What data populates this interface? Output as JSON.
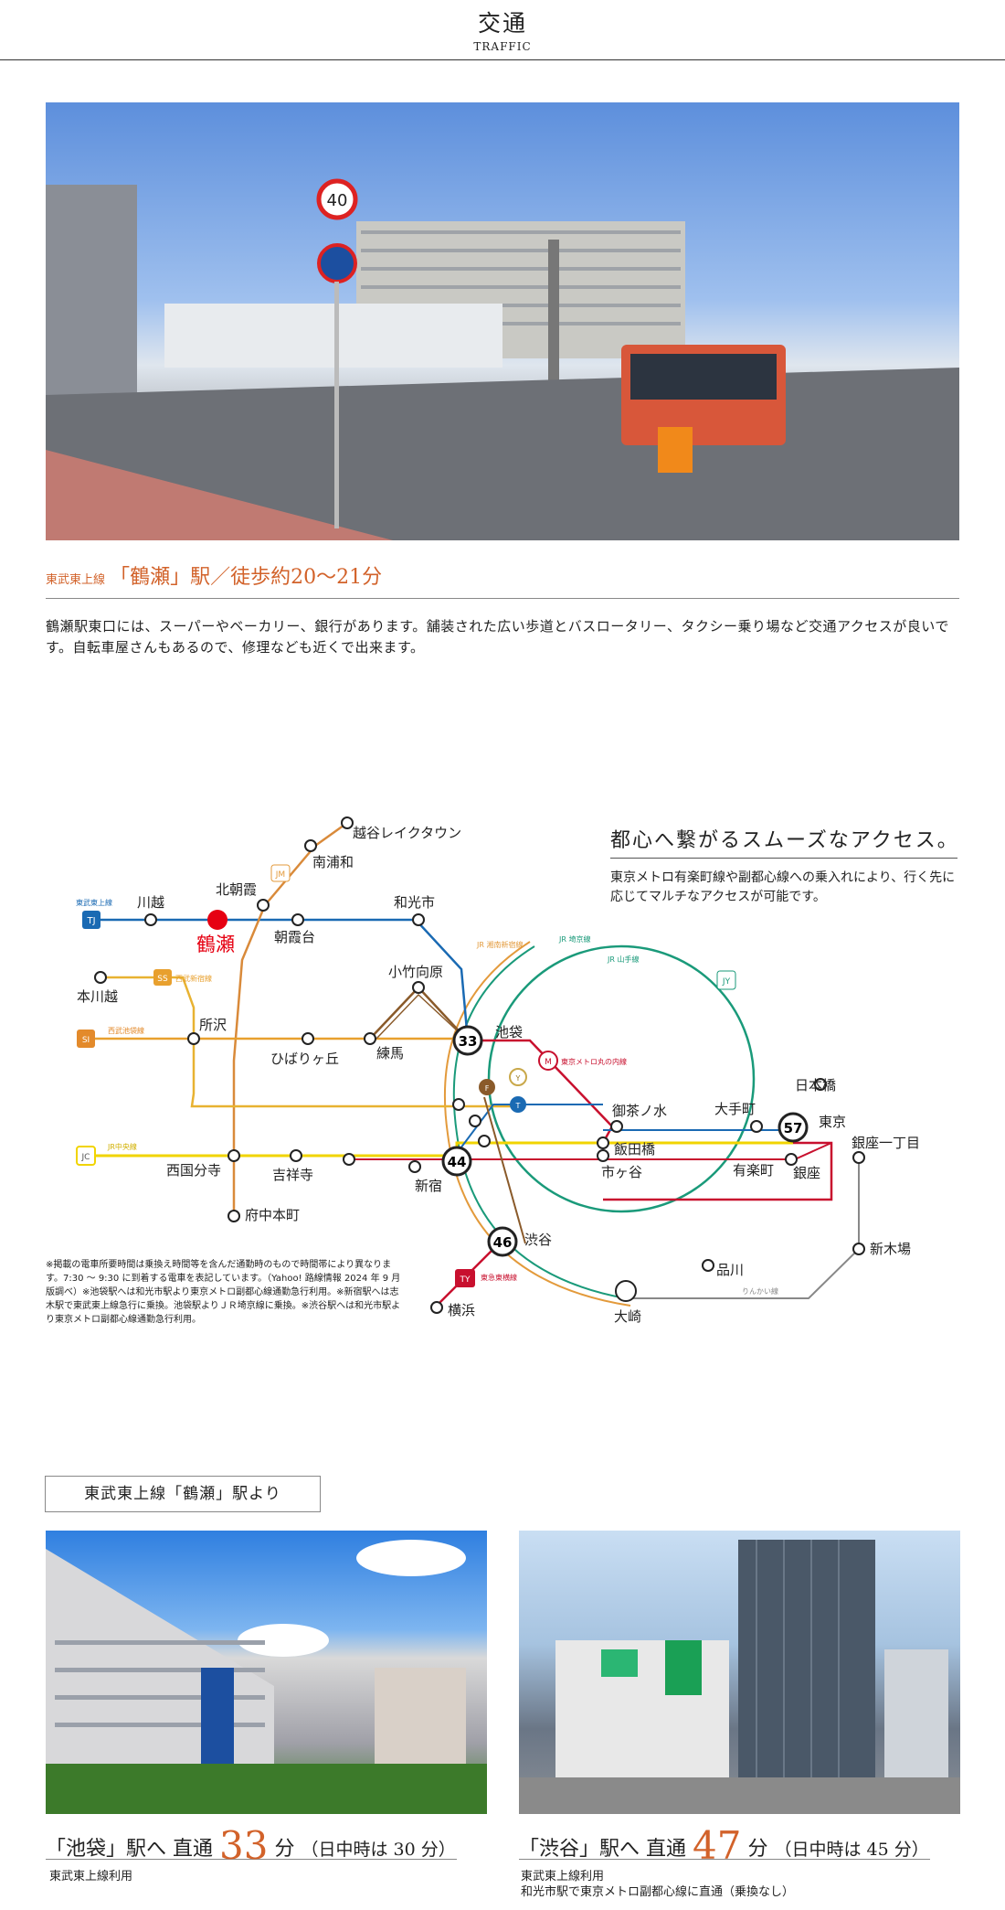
{
  "header": {
    "title": "交通",
    "subtitle": "TRAFFIC"
  },
  "station_caption": {
    "line": "東武東上線",
    "station": "「鶴瀬」駅／徒歩約20〜21分"
  },
  "description": "鶴瀬駅東口には、スーパーやベーカリー、銀行があります。舗装された広い歩道とバスロータリー、タクシー乗り場など交通アクセスが良いです。自転車屋さんもあるので、修理なども近くで出来ます。",
  "access": {
    "title": "都心へ繋がるスムーズなアクセス。",
    "body": "東京メトロ有楽町線や副都心線への乗入れにより、行く先に応じてマルチなアクセスが可能です。"
  },
  "map": {
    "line_tobu": "東武東上線",
    "line_seibu_shinjuku": "西武新宿線",
    "line_seibu_ikebukuro": "西武池袋線",
    "line_jr_chuo": "JR中央線",
    "line_jr_musashino": "JR 湘南新宿線",
    "line_jr_saikyo": "JR 埼京線",
    "line_yamanote": "JR 山手線",
    "line_marunouchi": "東京メトロ丸の内線",
    "line_toyoko": "東急東横線",
    "line_rinkai": "りんかい線",
    "badges": {
      "tj": "TJ",
      "jm": "JM",
      "ss": "SS",
      "si": "SI",
      "jc": "JC",
      "jy": "JY",
      "ty": "TY",
      "m": "M",
      "y": "Y",
      "f": "F",
      "t": "T"
    },
    "stations": {
      "kawagoe": "川越",
      "tsuruse": "鶴瀬",
      "kitaasaka": "北朝霞",
      "asakadai": "朝霞台",
      "wakoshi": "和光市",
      "minamiurawa": "南浦和",
      "koshigaya": "越谷レイクタウン",
      "honkawagoe": "本川越",
      "tokorozawa": "所沢",
      "hibarigaoka": "ひばりヶ丘",
      "nerima": "練馬",
      "kotakemukaihara": "小竹向原",
      "ikebukuro": "池袋",
      "ochanomizu": "御茶ノ水",
      "otemachi": "大手町",
      "nihonbashi": "日本橋",
      "tokyo": "東京",
      "iidabashi": "飯田橋",
      "ichigaya": "市ヶ谷",
      "yurakucho": "有楽町",
      "ginza": "銀座",
      "ginza1": "銀座一丁目",
      "shinkiba": "新木場",
      "kokubunji": "西国分寺",
      "kichijoji": "吉祥寺",
      "shinjuku": "新宿",
      "fuchuhonmachi": "府中本町",
      "shibuya": "渋谷",
      "shinagawa": "品川",
      "osaki": "大崎",
      "yokohama": "横浜"
    },
    "times": {
      "ikebukuro": "33",
      "shinjuku": "44",
      "shibuya": "46",
      "tokyo": "57"
    }
  },
  "note": "※掲載の電車所要時間は乗換え時間等を含んだ通勤時のもので時間帯により異なります。7:30 〜 9:30 に到着する電車を表記しています。（Yahoo! 路線情報 2024 年 9 月版調べ）※池袋駅へは和光市駅より東京メトロ副都心線通勤急行利用。※新宿駅へは志木駅で東武東上線急行に乗換。池袋駅よりＪＲ埼京線に乗換。※渋谷駅へは和光市駅より東京メトロ副都心線通勤急行利用。",
  "from_label": "東武東上線「鶴瀬」駅より",
  "dest_ike": {
    "pre": "「池袋」駅へ 直通",
    "min": "33",
    "unit": "分",
    "day": "（日中時は 30 分）",
    "note": "東武東上線利用"
  },
  "dest_shi": {
    "pre": "「渋谷」駅へ 直通",
    "min": "47",
    "unit": "分",
    "day": "（日中時は 45 分）",
    "note1": "東武東上線利用",
    "note2": "和光市駅で東京メトロ副都心線に直通（乗換なし）"
  },
  "colors": {
    "accent": "#d2622a",
    "tobu": "#1a6ab3",
    "yamanote": "#1a9a7a",
    "marunouchi": "#c8102e",
    "chuo": "#f1d400",
    "seibu_ike": "#e38a2b",
    "musashino": "#e39a3b"
  }
}
